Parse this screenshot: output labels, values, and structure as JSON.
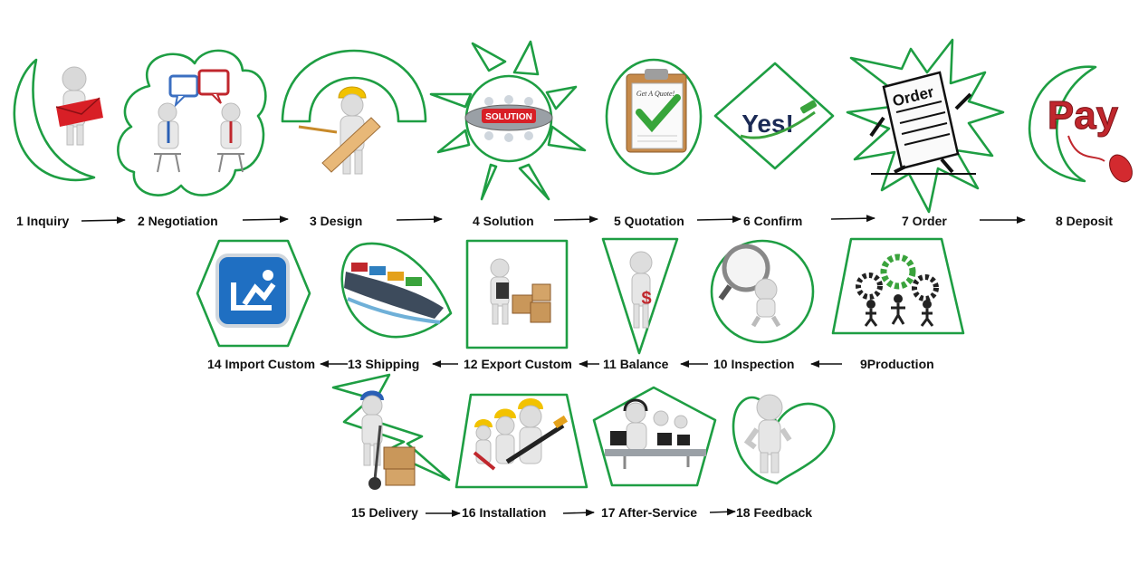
{
  "steps": [
    {
      "label": "1 Inquiry"
    },
    {
      "label": "2 Negotiation"
    },
    {
      "label": "3 Design"
    },
    {
      "label": "4 Solution"
    },
    {
      "label": "5 Quotation"
    },
    {
      "label": "6 Confirm"
    },
    {
      "label": "7 Order"
    },
    {
      "label": "8 Deposit"
    },
    {
      "label": "9Production"
    },
    {
      "label": "10 Inspection"
    },
    {
      "label": "11 Balance"
    },
    {
      "label": "12 Export Custom"
    },
    {
      "label": "13  Shipping"
    },
    {
      "label": "14 Import Custom"
    },
    {
      "label": "15 Delivery"
    },
    {
      "label": "16 Installation"
    },
    {
      "label": "17 After-Service"
    },
    {
      "label": "18 Feedback"
    }
  ],
  "image_text": {
    "solution": "SOLUTION",
    "quote": "Get A Quote!",
    "yes": "Yes!",
    "order": "Order",
    "pay": "Pay"
  },
  "colors": {
    "outline": "#1e9e43",
    "text": "#111111",
    "pay_red": "#c0272d",
    "custom_blue": "#1f6fc2"
  },
  "icons": [
    "person-envelope-icon",
    "two-people-chat-icon",
    "worker-ruler-icon",
    "conference-table-icon",
    "clipboard-check-icon",
    "yes-check-icon",
    "running-order-icon",
    "pay-mouse-icon",
    "gears-team-icon",
    "magnifier-person-icon",
    "person-dollar-icon",
    "person-boxes-icon",
    "cargo-ship-icon",
    "customs-officer-icon",
    "hand-truck-icon",
    "workers-tools-icon",
    "call-center-icon",
    "thumbs-up-person-icon"
  ]
}
